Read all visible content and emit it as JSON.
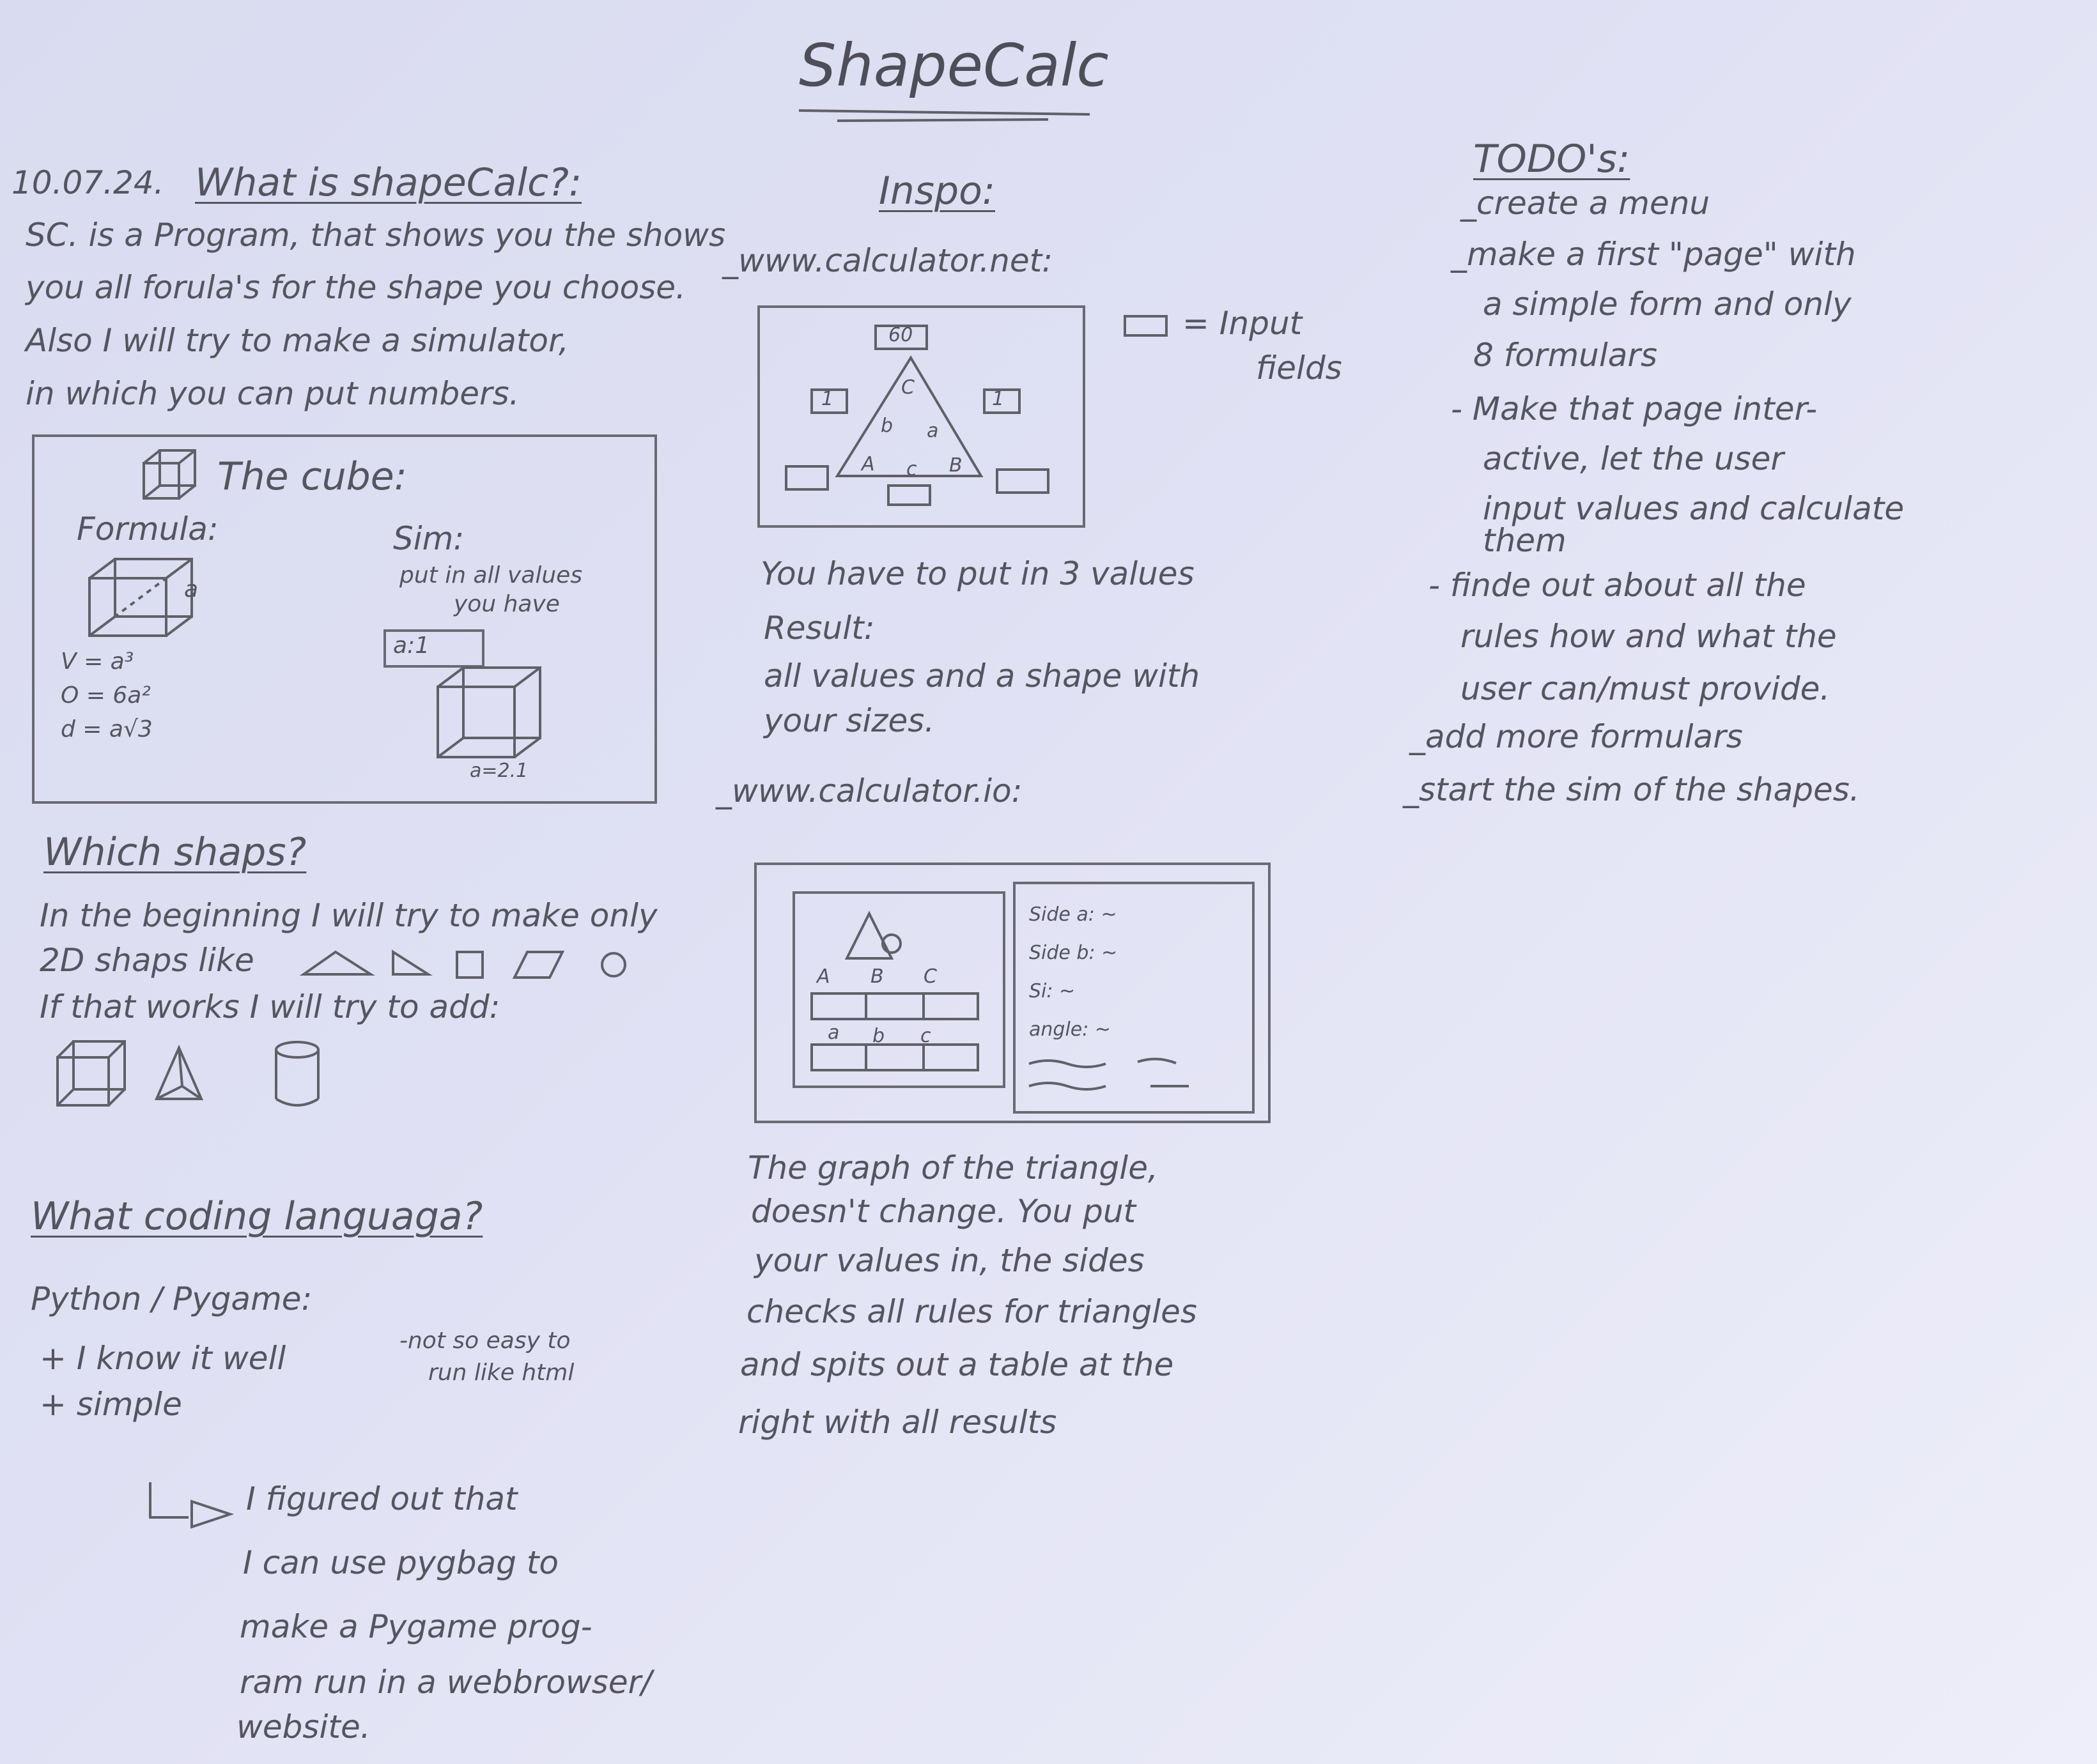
{
  "title": "ShapeCalc",
  "left": {
    "date": "10.07.24.",
    "heading": "What is shapeCalc?:",
    "intro": [
      "SC. is a Program, that shows you the shows",
      "you all forula's for the shape you choose.",
      "Also I will try to make a simulator,",
      "in which you can put numbers."
    ],
    "cube": {
      "title": "The cube:",
      "formula_label": "Formula:",
      "formulas": [
        "V = a³",
        "O = 6a²",
        "d = a√3"
      ],
      "edge_label": "a",
      "sim_label": "Sim:",
      "sim_text": [
        "put in all values",
        "you have"
      ],
      "input_value": "a:1",
      "result_label": "a=2.1"
    },
    "shapes": {
      "heading": "Which shaps?",
      "lines": [
        "In the beginning I will try to make only",
        "2D shaps like",
        "If that works I will try to add:"
      ]
    },
    "language": {
      "heading": "What coding languaga?",
      "option": "Python / Pygame:",
      "pros": [
        "+ I know it well",
        "+ simple"
      ],
      "cons": [
        "-not so easy to",
        "run like html"
      ],
      "note": [
        "I figured out that",
        "I can use pygbag to",
        "make a Pygame prog-",
        "ram run in a webbrowser/",
        "website."
      ]
    }
  },
  "middle": {
    "heading": "Inspo:",
    "site1": "_www.calculator.net:",
    "site1_sketch": {
      "top_value": "60",
      "left_value": "1",
      "right_value": "1",
      "vertices": [
        "C",
        "A",
        "B"
      ],
      "sides": [
        "a",
        "b",
        "c"
      ]
    },
    "legend": [
      "= Input",
      "fields"
    ],
    "site1_notes": [
      "You have to put in 3 values",
      "Result:",
      "all values and a shape with",
      "your sizes."
    ],
    "site2": "_www.calculator.io:",
    "site2_sketch": {
      "angles": [
        "A",
        "B",
        "C"
      ],
      "sides": [
        "a",
        "b",
        "c"
      ],
      "results": [
        "Side a: ~",
        "Side b: ~",
        "Si: ~",
        "angle: ~"
      ]
    },
    "site2_notes": [
      "The graph of the triangle,",
      "doesn't change. You put",
      "your values in, the sides",
      "checks all rules for triangles",
      "and spits out a table at the",
      "right with all results"
    ]
  },
  "todos": {
    "heading": "TODO's:",
    "items": [
      "_create a menu",
      "_make a first \"page\" with",
      "a simple form and only",
      "8 formulars",
      "- Make that page inter-",
      "active, let the user",
      "input values and calculate",
      "them",
      "- finde out about all the",
      "rules how and what the",
      "user can/must provide.",
      "_add more formulars",
      "_start the sim of the shapes."
    ]
  }
}
